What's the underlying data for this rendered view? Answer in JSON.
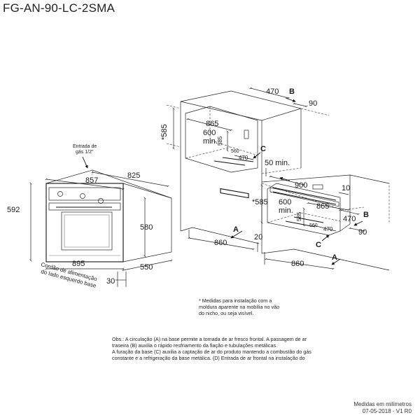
{
  "title": "FG-AN-90-LC-2SMA",
  "front_view": {
    "gas_inlet_label_1": "Entrada de",
    "gas_inlet_label_2": "gás 1/2\"",
    "dim_825": "825",
    "dim_857": "857",
    "dim_592": "592",
    "dim_580": "580",
    "dim_895": "895",
    "dim_550": "550",
    "dim_30": "30",
    "cord_label_1": "Cordão de alimentação",
    "cord_label_2": "do lado esquerdo base"
  },
  "upper_install": {
    "dim_470": "470",
    "label_B": "B",
    "dim_90": "90",
    "dim_585": "*585",
    "dim_865": "865",
    "dim_600": "600",
    "min": "min.",
    "dim_585_inner": "585",
    "dim_560": "560",
    "dim_470_bottom": "470",
    "label_C": "C",
    "dim_50min": "50 min.",
    "label_A": "A",
    "dim_860": "860",
    "dim_20": "20"
  },
  "lower_install": {
    "dim_900": "900",
    "dim_10": "10",
    "dim_585": "*585",
    "dim_600": "600",
    "min": "min.",
    "dim_865": "865",
    "dim_585_inner": "585",
    "dim_560": "560",
    "dim_470": "470",
    "label_B": "B",
    "dim_470_right": "470",
    "dim_90": "90",
    "label_C": "C",
    "label_A": "A",
    "dim_860": "860"
  },
  "asterisk_note": [
    "* Medidas para instalação com a",
    "moldura aparente na mobília no vão",
    "do nicho, ou seja visível."
  ],
  "obs_note": [
    "Obs.: A circulação (A) na base permite a tomada de ar fresco frontal.  A passagem de ar",
    "traseira (B) auxilia o rápido  resfriamento da fiação e tubulações metálicas.",
    "A furação da base (C) auxilia a captação de ar do produto mantendo a combustão do gás",
    "constante e a refrigeração da base metálica. (D) Entrada de ar frontal na instalação do"
  ],
  "footer": {
    "line1": "Medidas em milímetros",
    "line2": "07-05-2018 - V1 R0"
  }
}
